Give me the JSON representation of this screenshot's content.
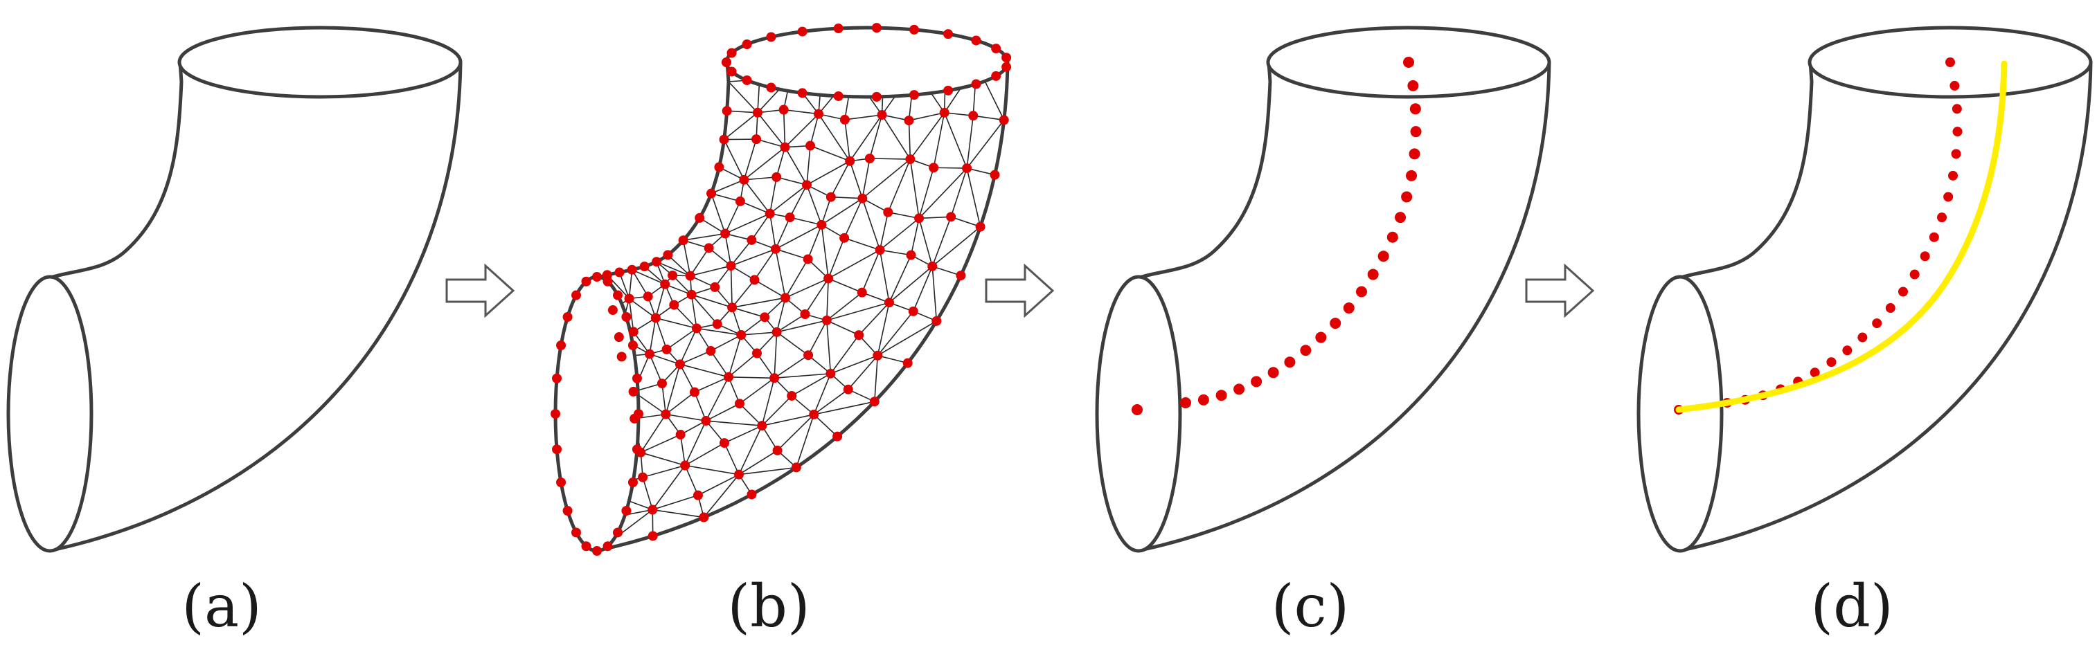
{
  "figure": {
    "panels": [
      {
        "id": "a",
        "label": "(a)",
        "content": "pipe-elbow"
      },
      {
        "id": "b",
        "label": "(b)",
        "content": "triangle-mesh-with-nodes"
      },
      {
        "id": "c",
        "label": "(c)",
        "content": "extracted-centerline-points"
      },
      {
        "id": "d",
        "label": "(d)",
        "content": "fitted-centerline-curve"
      }
    ],
    "arrows": [
      "arrow-a-to-b",
      "arrow-b-to-c",
      "arrow-c-to-d"
    ],
    "colors": {
      "outline": "#3d3d3d",
      "mesh": "#262626",
      "nodes": "#e00000",
      "curve": "#ffee00",
      "background": "#ffffff"
    }
  }
}
